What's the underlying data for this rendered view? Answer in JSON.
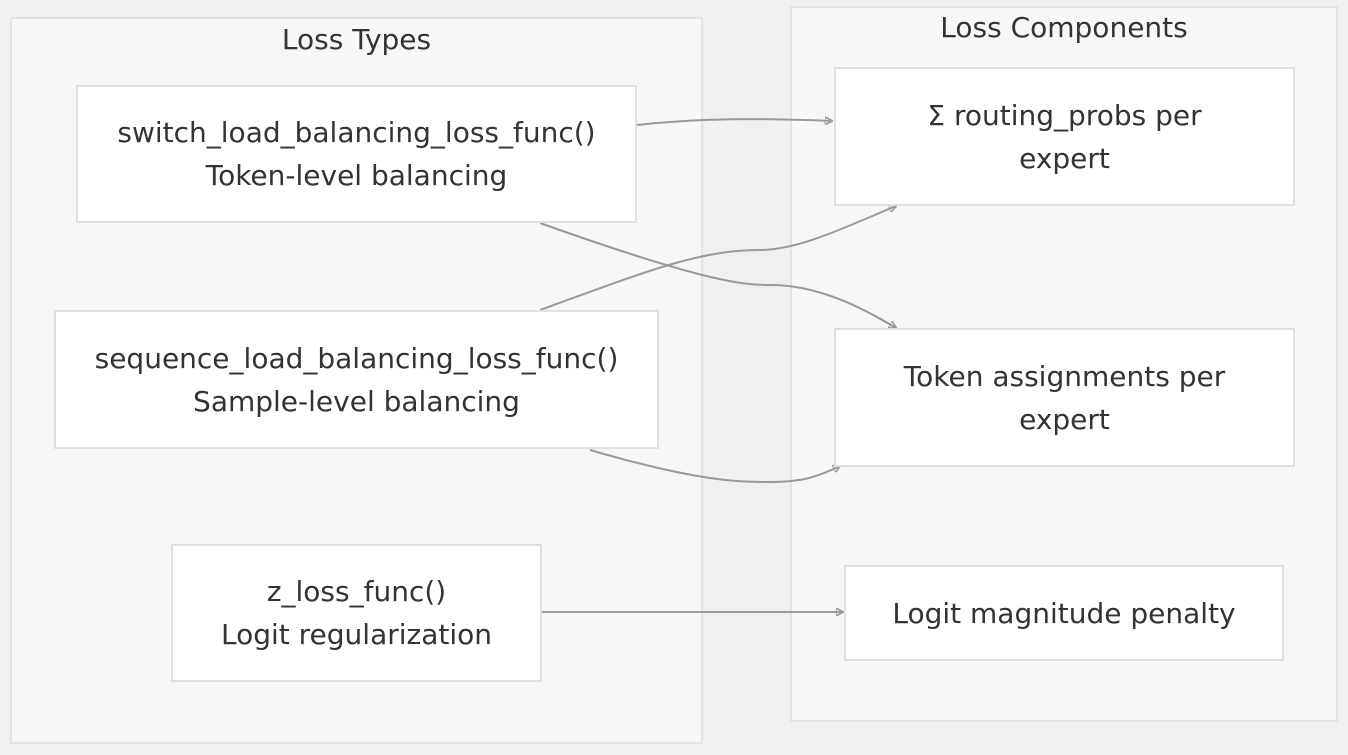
{
  "clusters": {
    "loss_types": {
      "title": "Loss Types"
    },
    "loss_components": {
      "title": "Loss Components"
    }
  },
  "nodes": {
    "switch": {
      "line1": "switch_load_balancing_loss_func()",
      "line2": "Token-level balancing"
    },
    "sequence": {
      "line1": "sequence_load_balancing_loss_func()",
      "line2": "Sample-level balancing"
    },
    "zloss": {
      "line1": "z_loss_func()",
      "line2": "Logit regularization"
    },
    "routing": {
      "line1": "Σ routing_probs per",
      "line2": "expert"
    },
    "assignments": {
      "line1": "Token assignments per",
      "line2": "expert"
    },
    "penalty": {
      "line1": "Logit magnitude penalty"
    }
  },
  "edges": [
    {
      "from": "switch",
      "to": "routing"
    },
    {
      "from": "switch",
      "to": "assignments"
    },
    {
      "from": "sequence",
      "to": "routing"
    },
    {
      "from": "sequence",
      "to": "assignments"
    },
    {
      "from": "zloss",
      "to": "penalty"
    }
  ],
  "colors": {
    "background": "#f0f0ef",
    "cluster_fill": "#f7f7f7",
    "node_fill": "#ffffff",
    "edge": "#999999",
    "text": "#333333"
  }
}
